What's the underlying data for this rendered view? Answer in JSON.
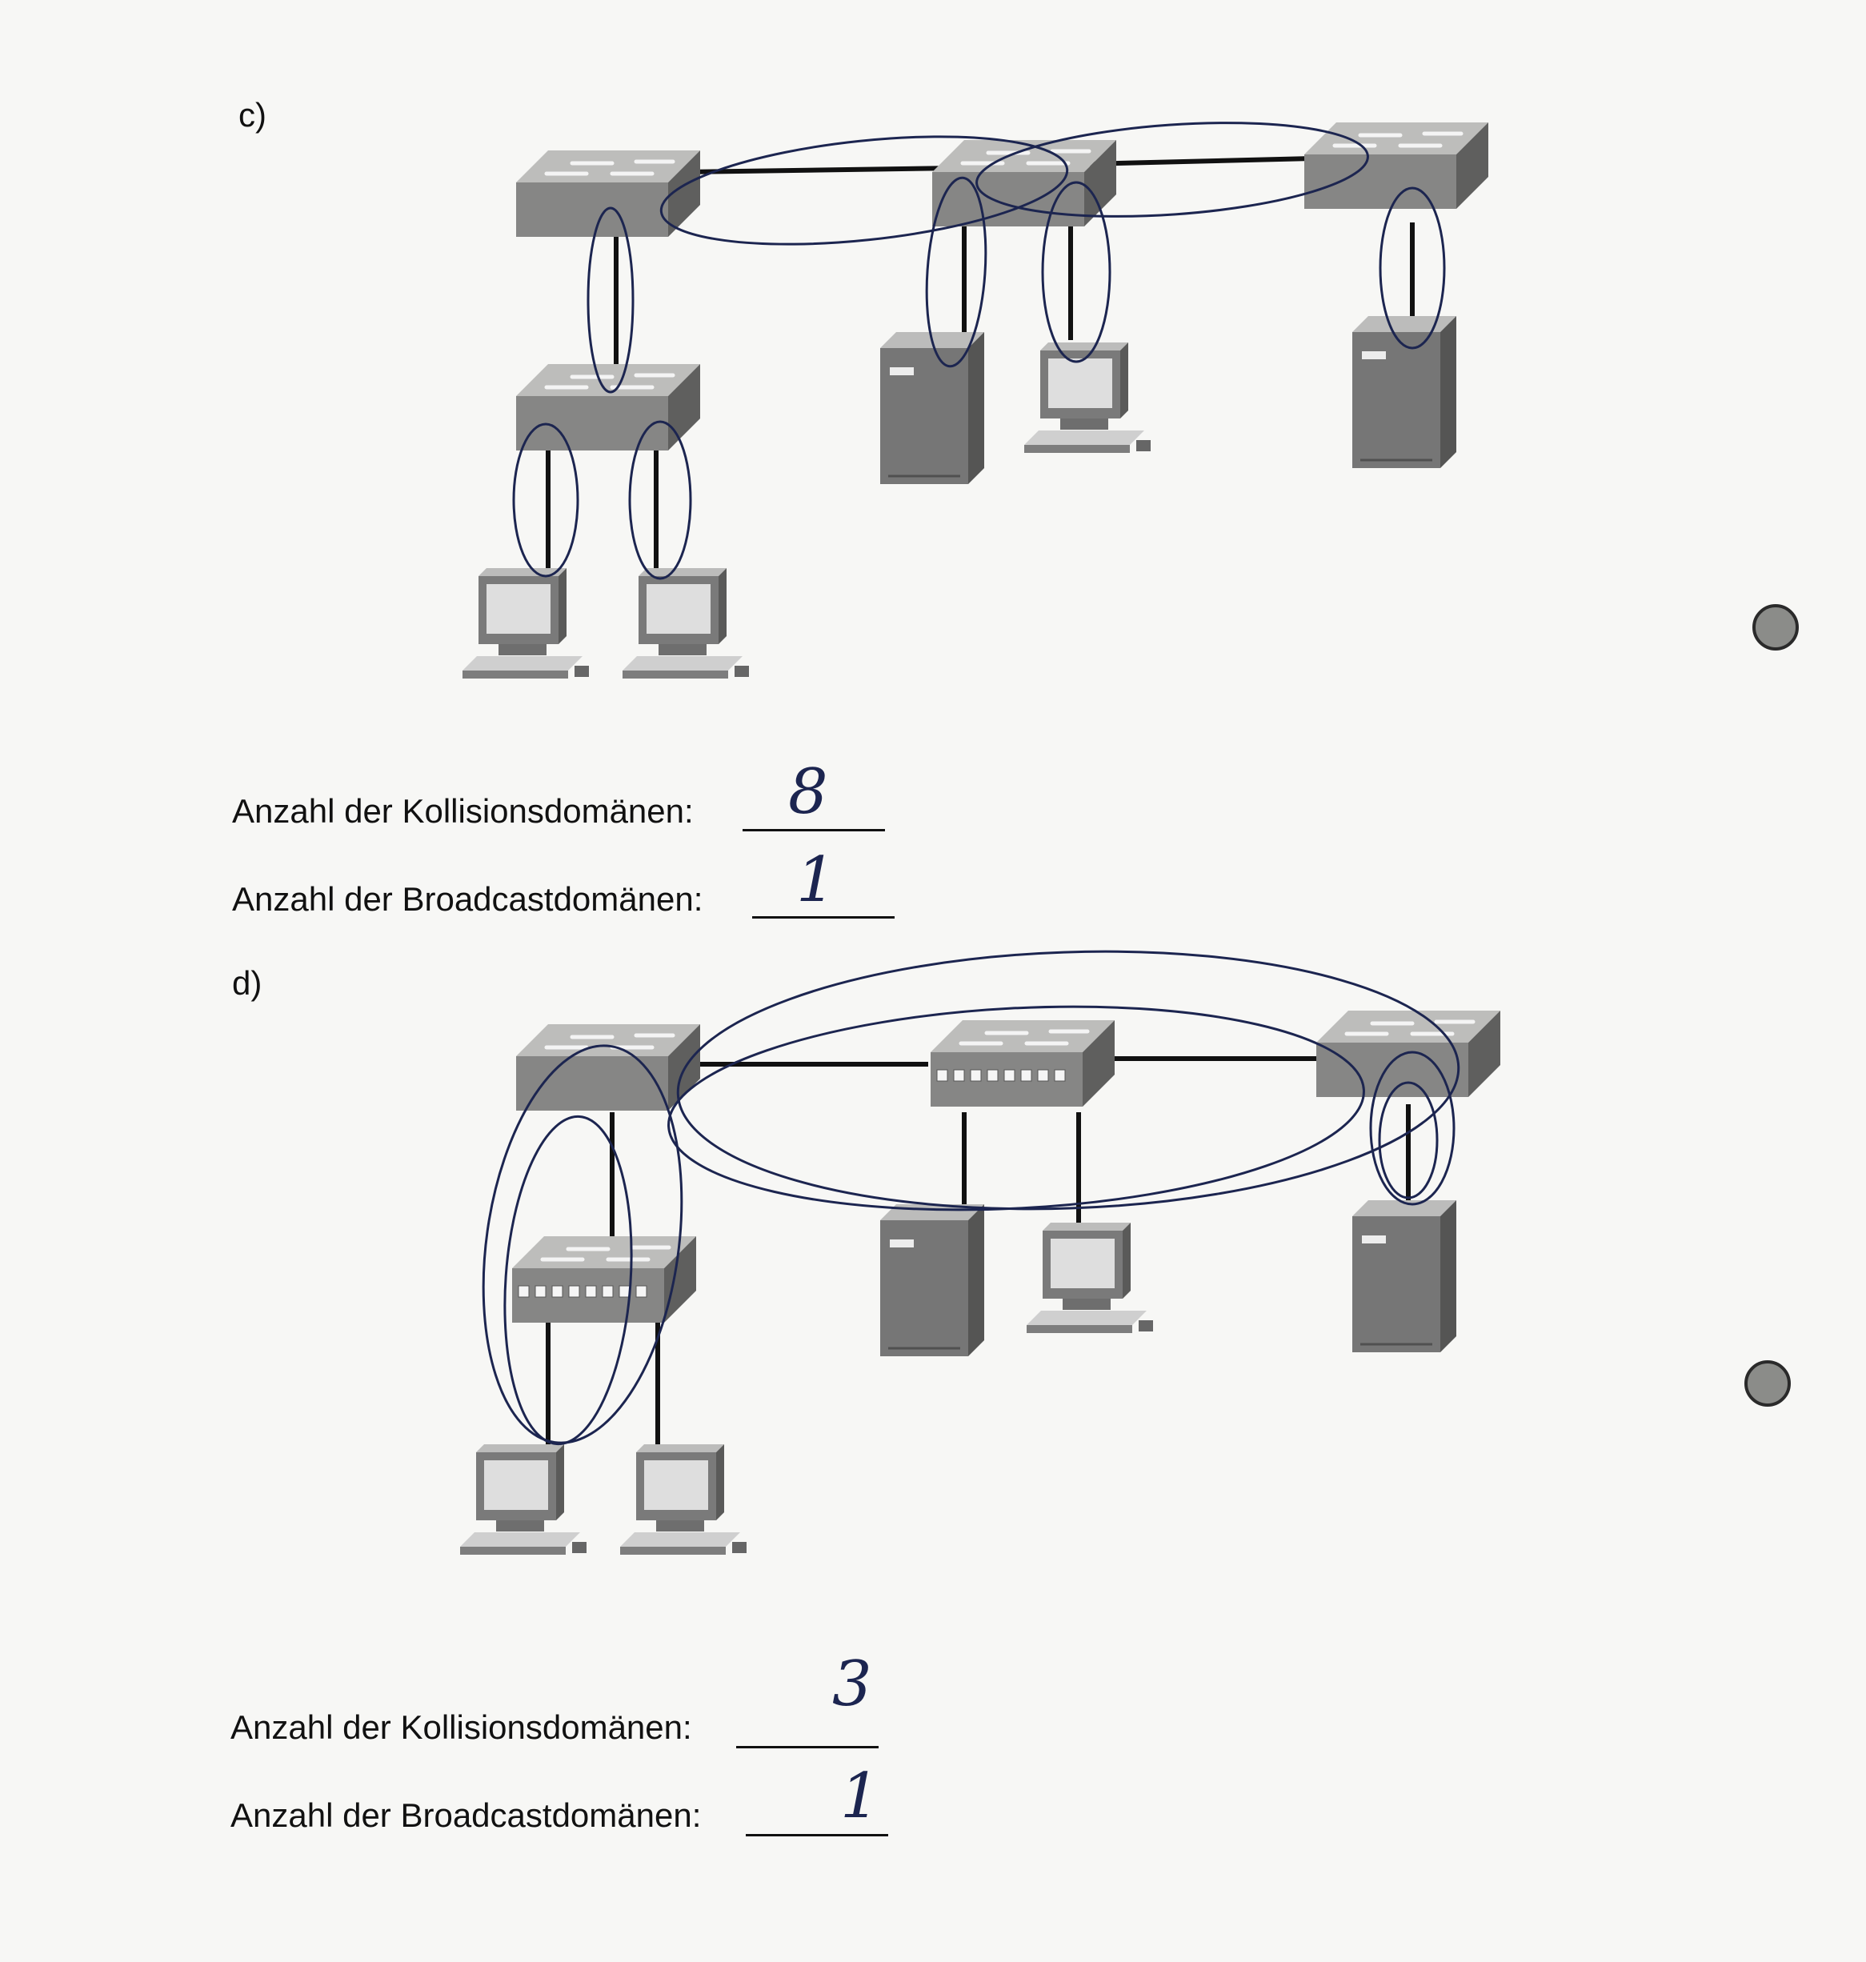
{
  "sections": [
    {
      "label": "c)",
      "kollision_label": "Anzahl der Kollisionsdomänen:",
      "kollision_answer": "8",
      "broadcast_label": "Anzahl der Broadcastdomänen:",
      "broadcast_answer": "1"
    },
    {
      "label": "d)",
      "kollision_label": "Anzahl der Kollisionsdomänen:",
      "kollision_answer": "3",
      "broadcast_label": "Anzahl der Broadcastdomänen:",
      "broadcast_answer": "1"
    }
  ],
  "colors": {
    "device_top": "#bdbdbb",
    "device_front": "#878786",
    "device_side": "#5f5f5e",
    "link": "#111111",
    "pen": "#1c2550",
    "punch_hole": "#8b8c89"
  },
  "icons": [
    "switch-icon",
    "hub-icon",
    "server-icon",
    "workstation-icon",
    "punch-hole-icon"
  ]
}
